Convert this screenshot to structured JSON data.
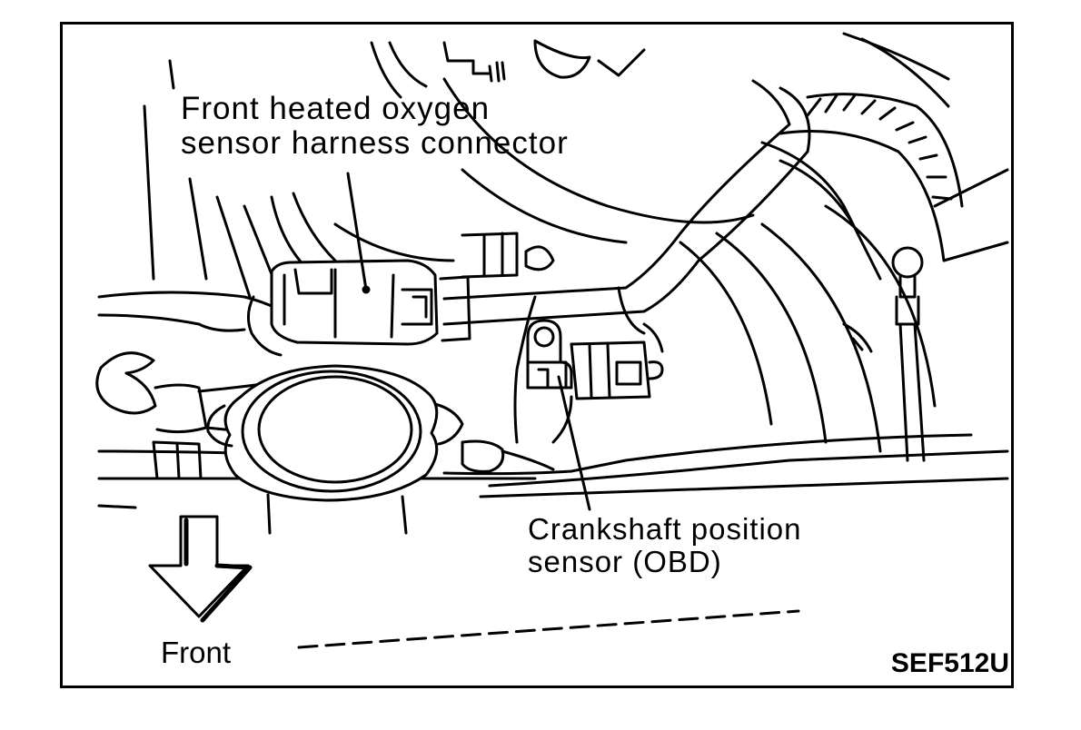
{
  "callouts": {
    "oxygen_sensor_line1": "Front heated oxygen",
    "oxygen_sensor_line2": "sensor harness connector",
    "crank_sensor_line1": "Crankshaft position",
    "crank_sensor_line2": "sensor (OBD)",
    "front": "Front"
  },
  "figure_code": "SEF512U"
}
